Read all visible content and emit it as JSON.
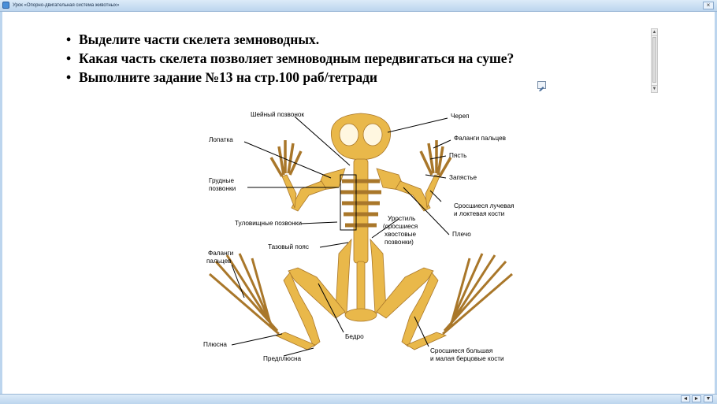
{
  "window": {
    "title": "Урок «Опорно-двигательная система животных»",
    "close_glyph": "×"
  },
  "bullets": [
    "Выделите части скелета земноводных.",
    "Какая часть скелета позволяет земноводным передвигаться на суше?",
    "Выполните задание №13 на стр.100 раб/тетради"
  ],
  "bullet_glyph": "•",
  "diagram": {
    "labels": {
      "neck_vertebra": "Шейный позвонок",
      "skull": "Череп",
      "scapula": "Лопатка",
      "finger_phalanges_top": "Фаланги пальцев",
      "metacarpus": "Пясть",
      "wrist": "Запястье",
      "thoracic_1": "Грудные",
      "thoracic_2": "позвонки",
      "fused_radius_1": "Сросшиеся лучевая",
      "fused_radius_2": "и локтевая кости",
      "trunk_vertebrae": "Туловищные позвонки",
      "urostyle_1": "Уростиль",
      "urostyle_2": "(сросшиеся",
      "urostyle_3": "хвостовые",
      "urostyle_4": "позвонки)",
      "shoulder": "Плечо",
      "pelvic_girdle": "Тазовый пояс",
      "toe_phalanges_1": "Фаланги",
      "toe_phalanges_2": "пальцев",
      "metatarsus": "Плюсна",
      "thigh": "Бедро",
      "tarsus": "Предплюсна",
      "fused_tibia_1": "Сросшиеся большая",
      "fused_tibia_2": "и малая берцовые кости"
    },
    "bone_color": "#e9b84a",
    "bone_stroke": "#a9772a"
  },
  "nav": {
    "prev": "◄",
    "next": "►",
    "menu": "▼"
  }
}
